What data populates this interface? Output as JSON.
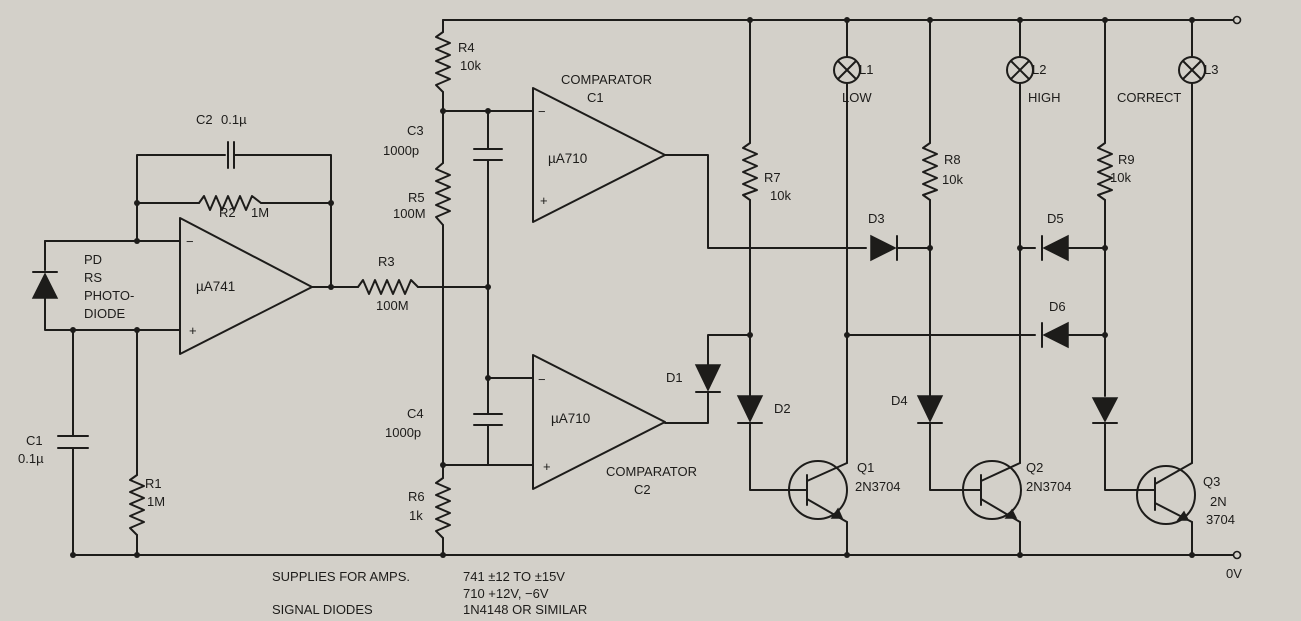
{
  "components": {
    "photodiode": {
      "line1": "PD",
      "line2": "RS",
      "line3": "PHOTO-",
      "line4": "DIODE"
    },
    "opamp_main": {
      "name": "µA741"
    },
    "comparator1": {
      "title": "COMPARATOR",
      "ref": "C1",
      "name": "µA710"
    },
    "comparator2": {
      "title": "COMPARATOR",
      "ref": "C2",
      "name": "µA710"
    },
    "C1": {
      "ref": "C1",
      "value": "0.1µ"
    },
    "C2": {
      "ref": "C2",
      "value": "0.1µ"
    },
    "C3": {
      "ref": "C3",
      "value": "1000p"
    },
    "C4": {
      "ref": "C4",
      "value": "1000p"
    },
    "R1": {
      "ref": "R1",
      "value": "1M"
    },
    "R2": {
      "ref": "R2",
      "value": "1M"
    },
    "R3": {
      "ref": "R3",
      "value": "100M"
    },
    "R4": {
      "ref": "R4",
      "value": "10k"
    },
    "R5": {
      "ref": "R5",
      "value": "100M"
    },
    "R6": {
      "ref": "R6",
      "value": "1k"
    },
    "R7": {
      "ref": "R7",
      "value": "10k"
    },
    "R8": {
      "ref": "R8",
      "value": "10k"
    },
    "R9": {
      "ref": "R9",
      "value": "10k"
    },
    "D1": "D1",
    "D2": "D2",
    "D3": "D3",
    "D4": "D4",
    "D5": "D5",
    "D6": "D6",
    "Q1": {
      "ref": "Q1",
      "type": "2N3704"
    },
    "Q2": {
      "ref": "Q2",
      "type": "2N3704"
    },
    "Q3": {
      "ref": "Q3",
      "type_line1": "2N",
      "type_line2": "3704"
    },
    "L1": {
      "ref": "L1",
      "label": "LOW"
    },
    "L2": {
      "ref": "L2",
      "label": "HIGH"
    },
    "L3": {
      "ref": "L3",
      "label": "CORRECT"
    }
  },
  "pins": {
    "minus": "−",
    "plus": "+"
  },
  "ground_label": "0V",
  "notes": {
    "supplies_label": "SUPPLIES FOR AMPS.",
    "supplies_741": "741 ±12 TO ±15V",
    "supplies_710": "710 +12V, −6V",
    "diodes_label": "SIGNAL DIODES",
    "diodes_value": "1N4148 OR SIMILAR"
  }
}
